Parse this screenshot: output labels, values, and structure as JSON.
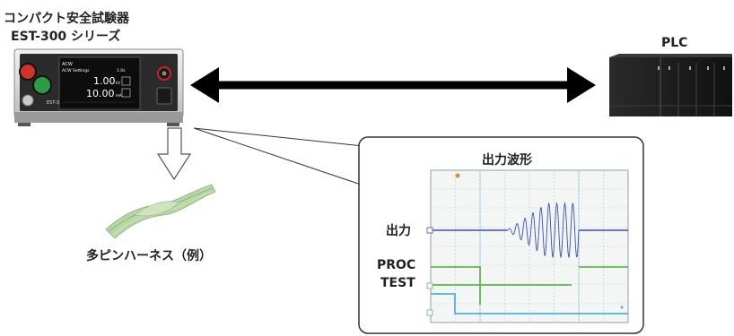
{
  "device": {
    "name": "コンパクト安全試験器",
    "series": "EST-300 シリーズ",
    "screen": {
      "mode": "ACW",
      "line2": "ACW Settings",
      "line2_right": "1.0s",
      "value1": "1.00",
      "unit1": "kV",
      "value2": "10.00",
      "unit2": "mA"
    },
    "brand": "EST-300"
  },
  "plc": {
    "label": "PLC"
  },
  "harness": {
    "label": "多ピンハーネス（例）"
  },
  "scope": {
    "title": "出力波形",
    "channel_labels": [
      "出力",
      "PROC",
      "TEST"
    ]
  },
  "colors": {
    "output_wave": "#3a4fb4",
    "proc_signal": "#5cb84a",
    "test_signal": "#4bb5d6",
    "scope_bg": "#f4f6f6",
    "grid": "#b8c4c8",
    "arrow": "#000000"
  }
}
